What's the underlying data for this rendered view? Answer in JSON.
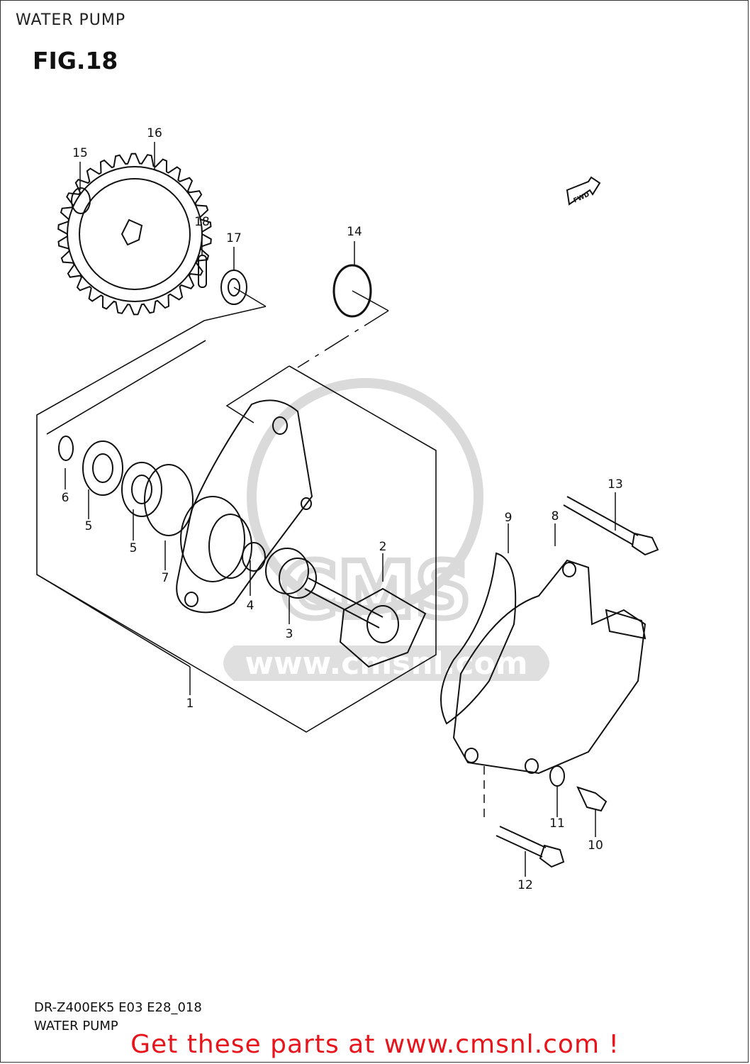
{
  "header": {
    "title": "WATER PUMP"
  },
  "figure": {
    "label": "FIG.18",
    "fwd_badge": "FWD"
  },
  "callouts": [
    {
      "num": "16"
    },
    {
      "num": "15"
    },
    {
      "num": "18"
    },
    {
      "num": "17"
    },
    {
      "num": "14"
    },
    {
      "num": "13"
    },
    {
      "num": "6"
    },
    {
      "num": "5"
    },
    {
      "num": "5"
    },
    {
      "num": "7"
    },
    {
      "num": "9"
    },
    {
      "num": "8"
    },
    {
      "num": "2"
    },
    {
      "num": "4"
    },
    {
      "num": "3"
    },
    {
      "num": "1"
    },
    {
      "num": "11"
    },
    {
      "num": "10"
    },
    {
      "num": "12"
    }
  ],
  "footer": {
    "model_code": "DR-Z400EK5 E03 E28_018",
    "model_title": "WATER PUMP",
    "promo": "Get these parts at www.cmsnl.com !"
  },
  "watermark": {
    "logo_text": "CMS",
    "url_text": "www.cmsnl.com"
  },
  "colors": {
    "promo": "#e8141b",
    "line": "#111111",
    "watermark": "#d6d6d6"
  }
}
